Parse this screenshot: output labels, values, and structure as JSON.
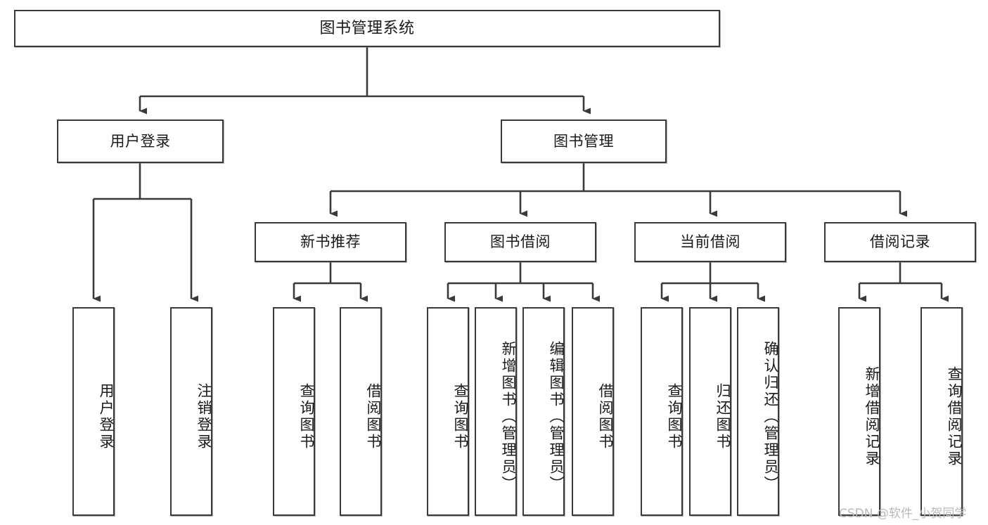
{
  "diagram": {
    "type": "tree-hierarchy",
    "orientation": "top-down",
    "root": {
      "id": "root",
      "label": "图书管理系统"
    },
    "level2": [
      {
        "id": "user-login",
        "label": "用户登录"
      },
      {
        "id": "book-manage",
        "label": "图书管理"
      }
    ],
    "level3": [
      {
        "id": "new-book-recommend",
        "label": "新书推荐",
        "parent": "book-manage"
      },
      {
        "id": "book-borrow",
        "label": "图书借阅",
        "parent": "book-manage"
      },
      {
        "id": "current-borrow",
        "label": "当前借阅",
        "parent": "book-manage"
      },
      {
        "id": "borrow-record",
        "label": "借阅记录",
        "parent": "book-manage"
      }
    ],
    "leaves": [
      {
        "id": "leaf-user-login",
        "label": "用户登录",
        "parent": "user-login"
      },
      {
        "id": "leaf-user-logout",
        "label": "注销登录",
        "parent": "user-login"
      },
      {
        "id": "leaf-query-book-1",
        "label": "查询图书",
        "parent": "new-book-recommend"
      },
      {
        "id": "leaf-borrow-book-1",
        "label": "借阅图书",
        "parent": "new-book-recommend"
      },
      {
        "id": "leaf-query-book-2",
        "label": "查询图书",
        "parent": "book-borrow"
      },
      {
        "id": "leaf-add-book",
        "label": "新增图书（管理员）",
        "parent": "book-borrow"
      },
      {
        "id": "leaf-edit-book",
        "label": "编辑图书（管理员）",
        "parent": "book-borrow"
      },
      {
        "id": "leaf-borrow-book-2",
        "label": "借阅图书",
        "parent": "book-borrow"
      },
      {
        "id": "leaf-query-book-3",
        "label": "查询图书",
        "parent": "current-borrow"
      },
      {
        "id": "leaf-return-book",
        "label": "归还图书",
        "parent": "current-borrow"
      },
      {
        "id": "leaf-confirm-return",
        "label": "确认归还（管理员）",
        "parent": "current-borrow"
      },
      {
        "id": "leaf-add-record",
        "label": "新增借阅记录",
        "parent": "borrow-record"
      },
      {
        "id": "leaf-query-record",
        "label": "查询借阅记录",
        "parent": "borrow-record"
      }
    ],
    "colors": {
      "stroke": "#3a3a3a",
      "fill": "#ffffff",
      "text": "#1a1a1a",
      "watermark": "#b9b9b9"
    }
  },
  "watermark": {
    "text": "CSDN @软件_小贺同学"
  }
}
